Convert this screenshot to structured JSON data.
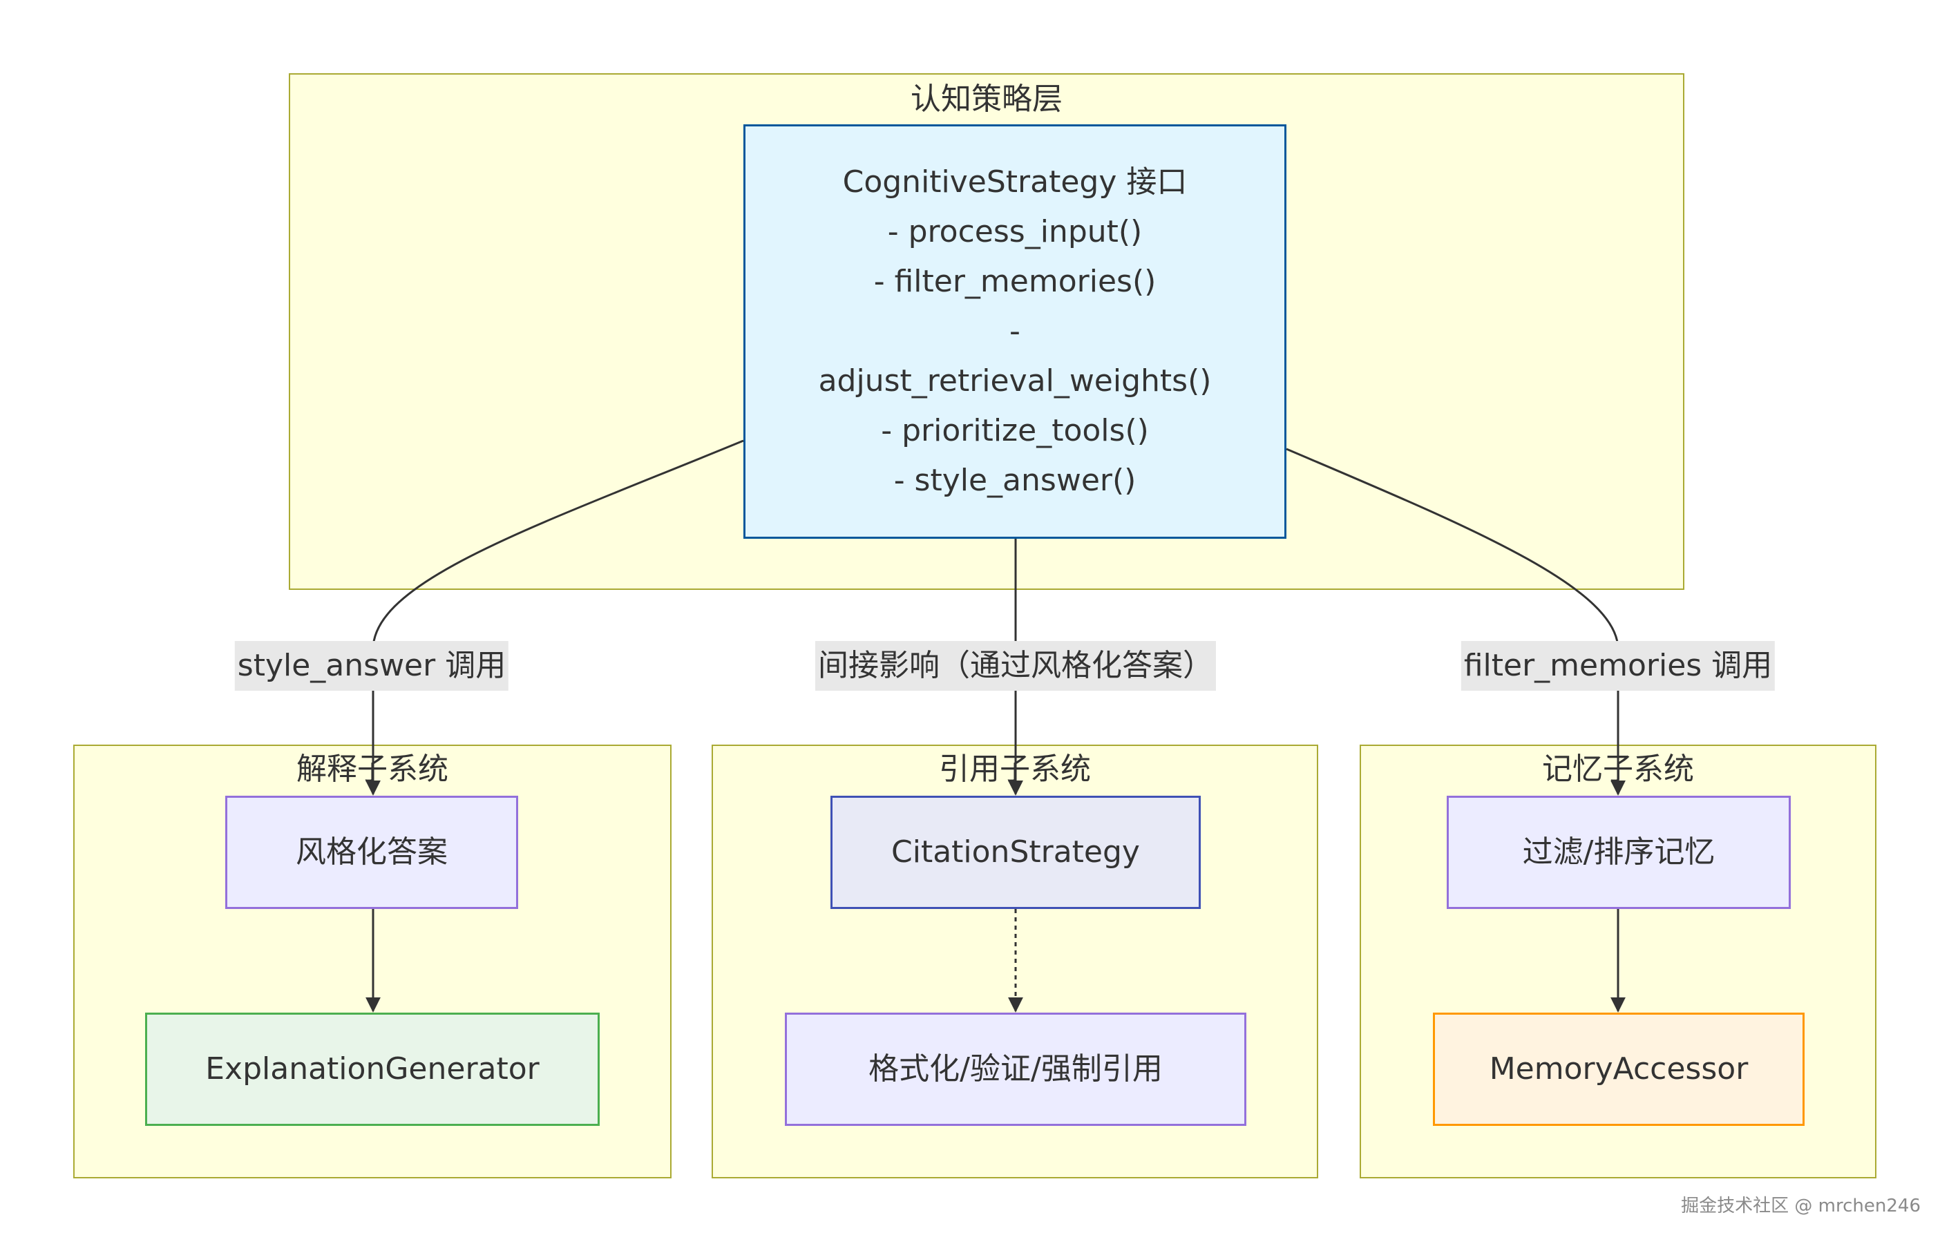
{
  "clusters": {
    "strategy": {
      "title": "认知策略层"
    },
    "explanation": {
      "title": "解释子系统"
    },
    "citation": {
      "title": "引用子系统"
    },
    "memory": {
      "title": "记忆子系统"
    }
  },
  "nodes": {
    "interface": {
      "lines": [
        "CognitiveStrategy 接口",
        "- process_input()",
        "- filter_memories()",
        "-",
        "adjust_retrieval_weights()",
        "- prioritize_tools()",
        "- style_answer()"
      ]
    },
    "style_answer": {
      "label": "风格化答案"
    },
    "explanation_generator": {
      "label": "ExplanationGenerator"
    },
    "citation_strategy": {
      "label": "CitationStrategy"
    },
    "format_citation": {
      "label": "格式化/验证/强制引用"
    },
    "filter_memory": {
      "label": "过滤/排序记忆"
    },
    "memory_accessor": {
      "label": "MemoryAccessor"
    }
  },
  "edges": {
    "to_explanation": {
      "label": "style_answer 调用"
    },
    "to_citation": {
      "label": "间接影响（通过风格化答案）"
    },
    "to_memory": {
      "label": "filter_memories 调用"
    }
  },
  "colors": {
    "cluster_fill": "#ffffde",
    "cluster_border": "#aaaa33",
    "interface_fill": "#e1f5fe",
    "interface_border": "#01579b",
    "lavender_fill": "#ececff",
    "lavender_border": "#9370db",
    "citation_fill": "#e8eaf6",
    "citation_border": "#3f51b5",
    "green_fill": "#e8f5e9",
    "green_border": "#4caf50",
    "orange_fill": "#fff3e0",
    "orange_border": "#ff9800",
    "edge": "#333333",
    "edge_label_bg": "#e8e8e8"
  },
  "watermark": "掘金技术社区 @ mrchen246"
}
